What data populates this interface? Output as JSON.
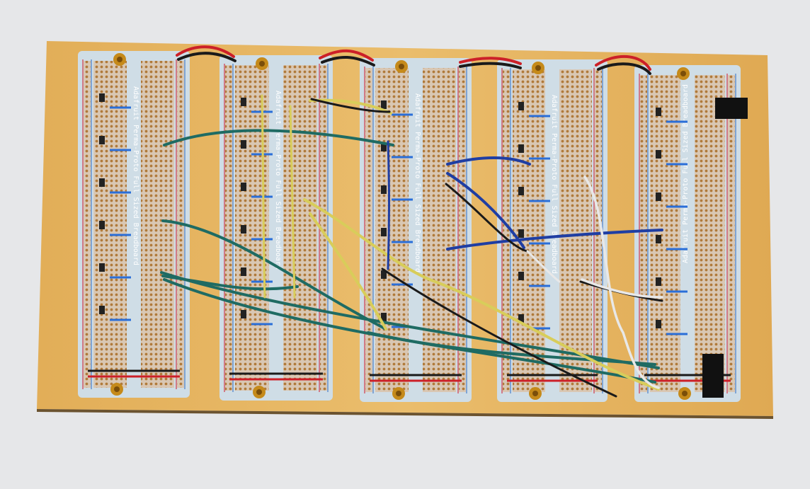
{
  "photo": {
    "background_color": "#e6e7e9",
    "wood_color": "#e6b560",
    "board_color": "#cfdde6",
    "rail_red": "#d23a4a",
    "rail_blue": "#4a7fc8",
    "wire_colors": {
      "teal": "#1f6b63",
      "yellow": "#d8cd5a",
      "blue": "#1f3ea3",
      "red": "#cc2028",
      "black": "#1a1a1a",
      "white": "#e8e8e8"
    }
  },
  "boards": [
    {
      "label": "Adafruit Perma-Proto Full Sized Breadboard"
    },
    {
      "label": "Adafruit Perma-Proto Full Sized Breadboard"
    },
    {
      "label": "Adafruit Perma-Proto Full Sized Breadboard"
    },
    {
      "label": "Adafruit Perma-Proto Full Sized Breadboard"
    },
    {
      "label": "Adafruit Perma-Proto Full Sized Breadboard"
    }
  ]
}
